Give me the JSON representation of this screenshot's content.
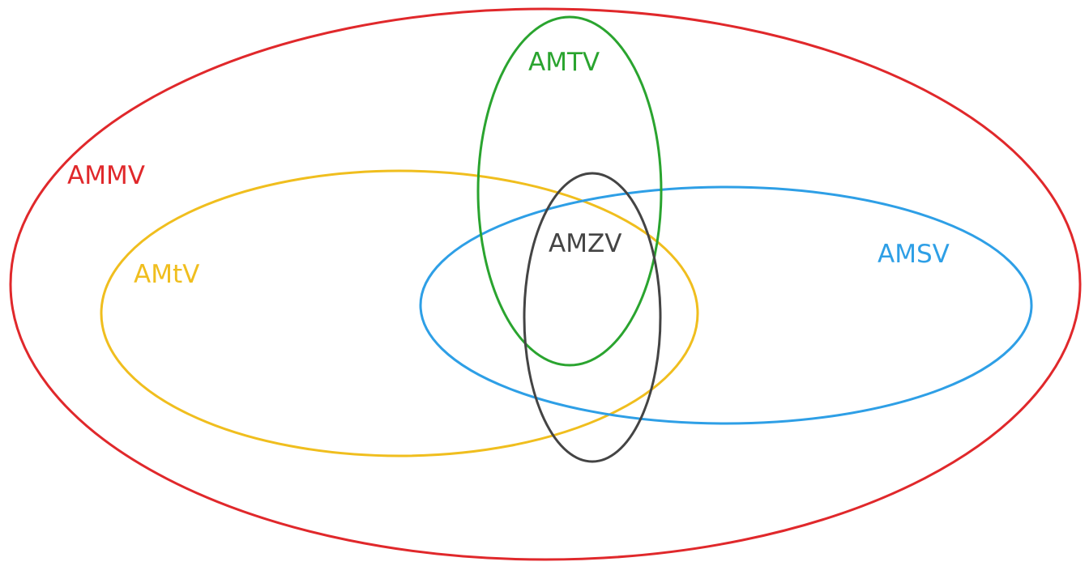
{
  "diagram": {
    "sets": {
      "ammv": {
        "label": "AMMV",
        "color": "#e0282b"
      },
      "amtv": {
        "label": "AMTV",
        "color": "#2aa42f"
      },
      "amtv_lower": {
        "label": "AMtV",
        "color": "#f0be1e"
      },
      "amsv": {
        "label": "AMSV",
        "color": "#2e9fe6"
      },
      "amzv": {
        "label": "AMZV",
        "color": "#444444"
      }
    }
  }
}
